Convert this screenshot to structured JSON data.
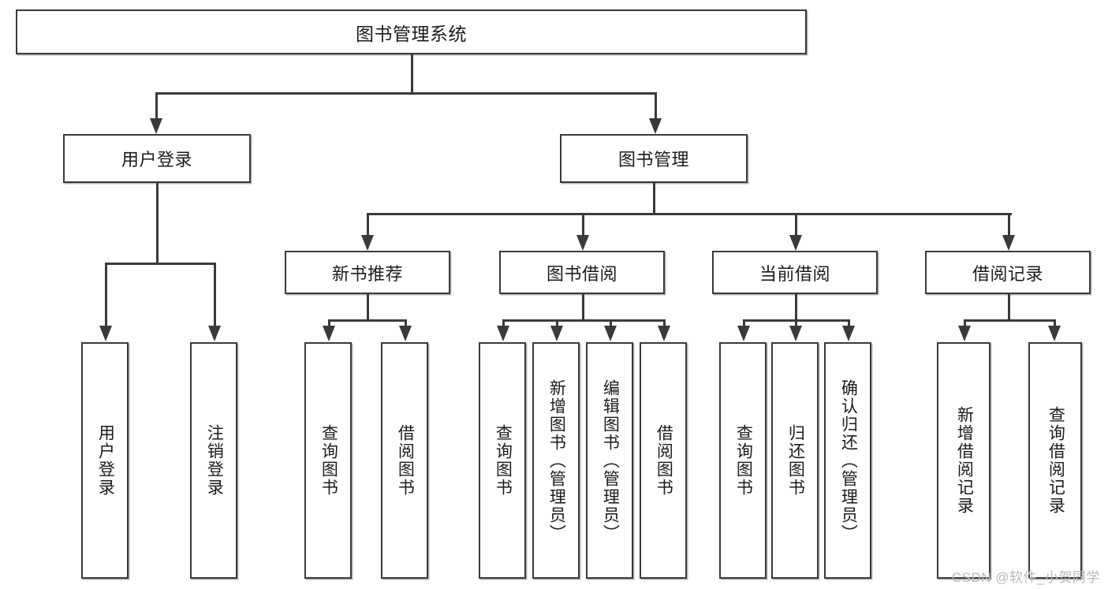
{
  "diagram": {
    "title": "图书管理系统",
    "root": {
      "label": "图书管理系统"
    },
    "level2": [
      {
        "label": "用户登录"
      },
      {
        "label": "图书管理"
      }
    ],
    "level3": [
      {
        "label": "新书推荐"
      },
      {
        "label": "图书借阅"
      },
      {
        "label": "当前借阅"
      },
      {
        "label": "借阅记录"
      }
    ],
    "leaves": {
      "user_login": [
        {
          "label": "用户登录"
        },
        {
          "label": "注销登录"
        }
      ],
      "new_book_recommend": [
        {
          "label": "查询图书"
        },
        {
          "label": "借阅图书"
        }
      ],
      "book_borrow": [
        {
          "label": "查询图书"
        },
        {
          "label": "新增图书（管理员）"
        },
        {
          "label": "编辑图书（管理员）"
        },
        {
          "label": "借阅图书"
        }
      ],
      "current_borrow": [
        {
          "label": "查询图书"
        },
        {
          "label": "归还图书"
        },
        {
          "label": "确认归还（管理员）"
        }
      ],
      "borrow_record": [
        {
          "label": "新增借阅记录"
        },
        {
          "label": "查询借阅记录"
        }
      ]
    }
  },
  "watermark": {
    "text": "CSDN @软件_小贺同学"
  },
  "colors": {
    "stroke": "#3a3a3a",
    "fill": "#ffffff",
    "text": "#1b1b1b",
    "watermark": "#b9b9b9"
  }
}
